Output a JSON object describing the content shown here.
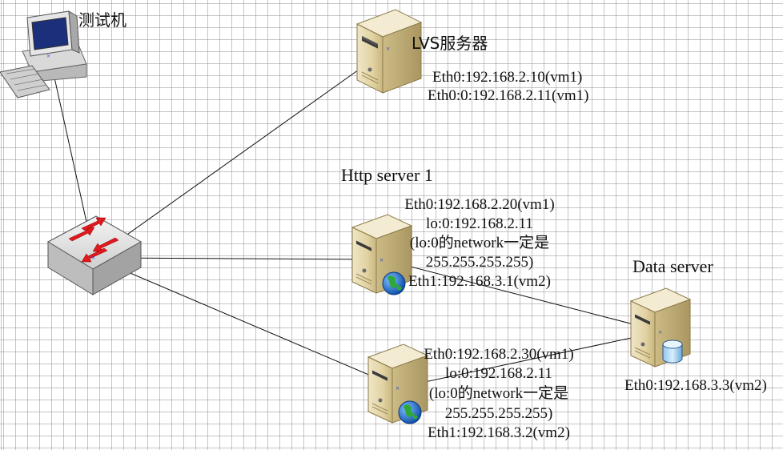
{
  "nodes": {
    "test_machine": {
      "label": "测试机"
    },
    "lvs_server": {
      "label": "LVS服务器",
      "ips": [
        "Eth0:192.168.2.10(vm1)",
        "Eth0:0:192.168.2.11(vm1)"
      ]
    },
    "http_server_1": {
      "label": "Http server 1",
      "lines": [
        "Eth0:192.168.2.20(vm1)",
        "lo:0:192.168.2.11",
        "(lo:0的network一定是",
        "255.255.255.255)",
        "Eth1:192.168.3.1(vm2)"
      ]
    },
    "http_server_2": {
      "lines": [
        "Eth0:192.168.2.30(vm1)",
        "lo:0:192.168.2.11",
        "(lo:0的network一定是",
        "255.255.255.255)",
        "Eth1:192.168.3.2(vm2)"
      ]
    },
    "data_server": {
      "label": "Data server",
      "ip": "Eth0:192.168.3.3(vm2)"
    }
  }
}
